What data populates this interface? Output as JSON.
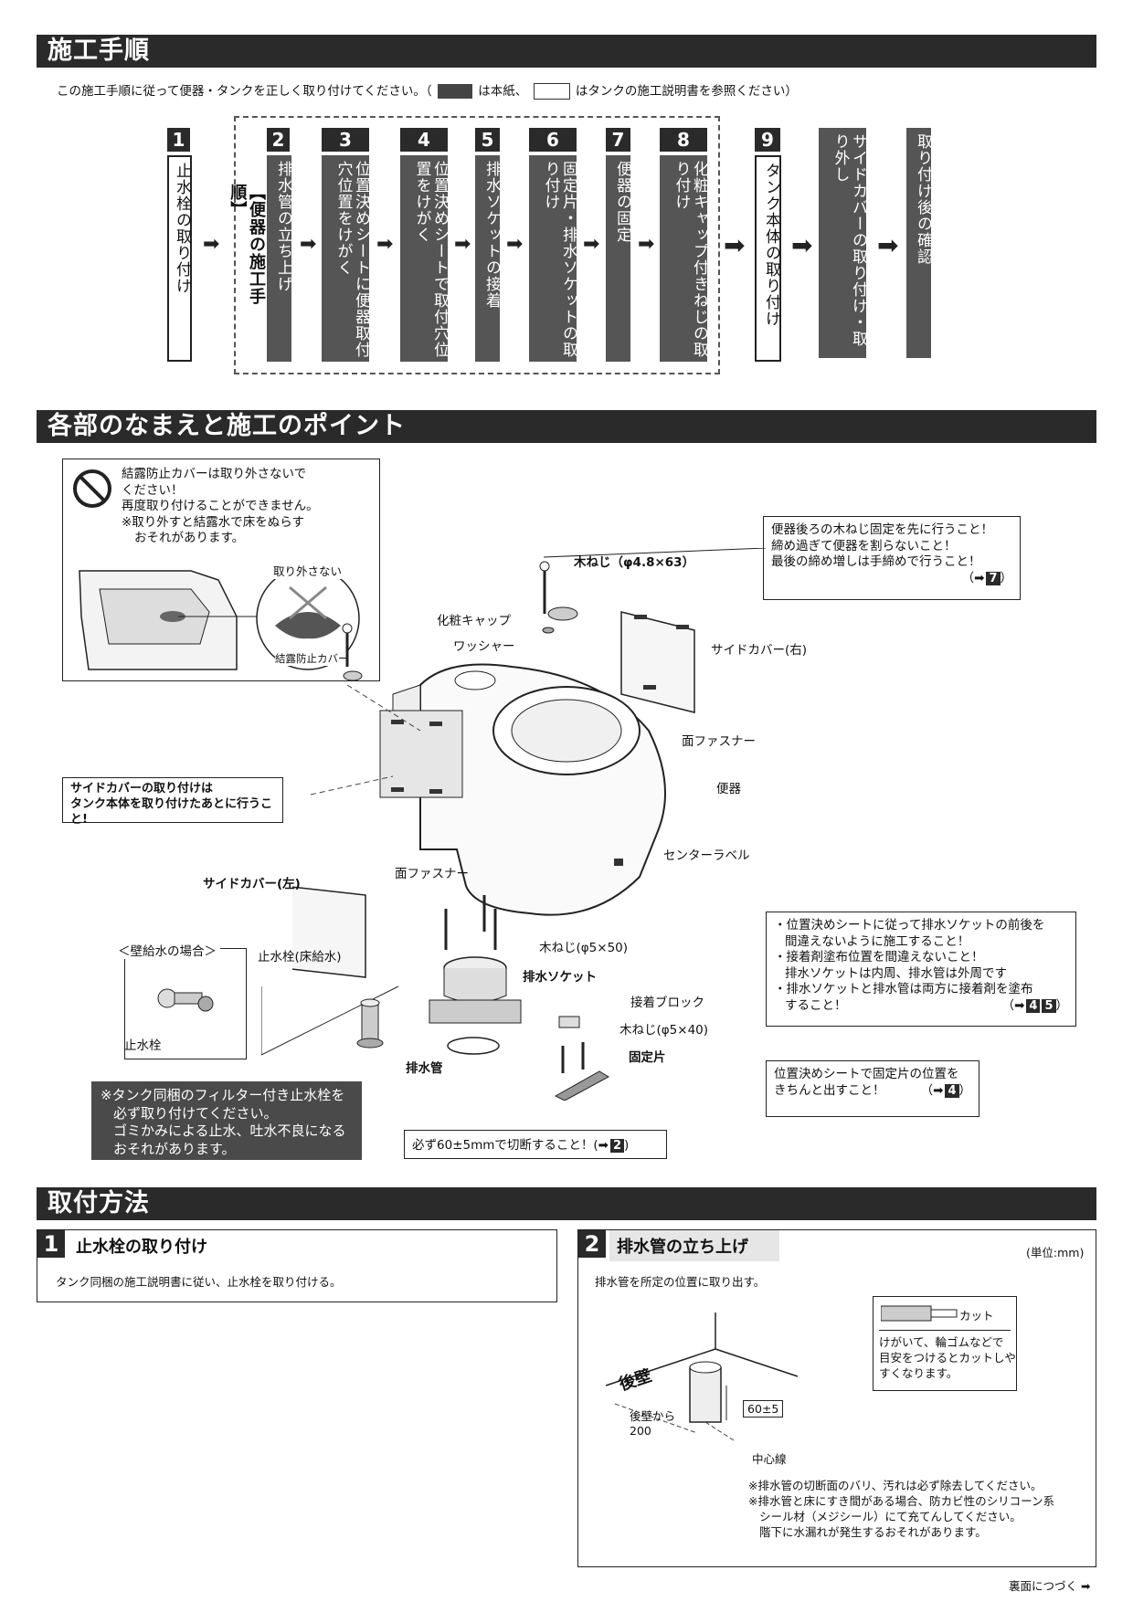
{
  "section1": {
    "title": "施工手順",
    "intro_a": "この施工手順に従って便器・タンクを正しく取り付けてください。（",
    "intro_b": "は本紙、",
    "intro_c": "はタンクの施工説明書を参照ください）",
    "group_label": "【便器の施工手順】",
    "steps": [
      {
        "num": "1",
        "text": "止水栓の取り付け",
        "style": "light"
      },
      {
        "num": "2",
        "text": "排水管の立ち上げ",
        "style": "dark"
      },
      {
        "num": "3",
        "text": "位置決めシートに便器取付穴位置をけがく",
        "style": "dark"
      },
      {
        "num": "4",
        "text": "位置決めシートで取付穴位置をけがく",
        "style": "dark"
      },
      {
        "num": "5",
        "text": "排水ソケットの接着",
        "style": "dark"
      },
      {
        "num": "6",
        "text": "固定片・排水ソケットの取り付け",
        "style": "dark"
      },
      {
        "num": "7",
        "text": "便器の固定",
        "style": "dark"
      },
      {
        "num": "8",
        "text": "化粧キャップ付きねじの取り付け",
        "style": "dark"
      },
      {
        "num": "9",
        "text": "タンク本体の取り付け",
        "style": "light"
      },
      {
        "num": "",
        "text": "サイドカバーの取り付け・取り外し",
        "style": "dark"
      },
      {
        "num": "",
        "text": "取り付け後の確認",
        "style": "dark"
      }
    ]
  },
  "section2": {
    "title": "各部のなまえと施工のポイント",
    "warning": {
      "line1": "結露防止カバーは取り外さないで",
      "line2": "ください！",
      "line3": "再度取り付けることができません。",
      "line4": "※取り外すと結露水で床をぬらす",
      "line5": "おそれがあります。",
      "remove_label": "取り外さない",
      "cover_label": "結露防止カバー"
    },
    "screw_note": {
      "line1": "便器後ろの木ねじ固定を先に行うこと！",
      "line2": "締め過ぎて便器を割らないこと！",
      "line3": "最後の締め増しは手締めで行うこと！",
      "ref": "7"
    },
    "labels": {
      "wood_screw_48": "木ねじ（φ4.8×63）",
      "cosmetic_cap": "化粧キャップ",
      "washer": "ワッシャー",
      "side_cover_right": "サイドカバー(右)",
      "fastener_right": "面ファスナー",
      "toilet": "便器",
      "center_label": "センターラベル",
      "fastener_left": "面ファスナー",
      "side_cover_left": "サイドカバー(左)",
      "wood_screw_50": "木ねじ(φ5×50)",
      "drain_socket": "排水ソケット",
      "adhesive_block": "接着ブロック",
      "wood_screw_40": "木ねじ(φ5×40)",
      "fixing_piece": "固定片",
      "drain_pipe": "排水管",
      "stop_valve_floor": "止水栓(床給水)",
      "wall_supply": "＜壁給水の場合＞",
      "stop_valve": "止水栓"
    },
    "side_cover_note": {
      "line1": "サイドカバーの取り付けは",
      "line2": "タンク本体を取り付けたあとに行うこと!"
    },
    "socket_note": {
      "l1": "・位置決めシートに従って排水ソケットの前後を",
      "l2": "間違えないように施工すること！",
      "l3": "・接着剤塗布位置を間違えないこと！",
      "l4": "排水ソケットは内周、排水管は外周です",
      "l5": "・排水ソケットと排水管は両方に接着剤を塗布",
      "l6": "すること！",
      "ref_a": "4",
      "ref_b": "5"
    },
    "fixing_note": {
      "line1": "位置決めシートで固定片の位置を",
      "line2": "きちんと出すこと！",
      "ref": "4"
    },
    "filter_note": {
      "line1": "※タンク同梱のフィルター付き止水栓を",
      "line2": "必ず取り付けてください。",
      "line3": "ゴミかみによる止水、吐水不良になる",
      "line4": "おそれがあります。"
    },
    "cut_note": {
      "text": "必ず60±5mmで切断すること！(",
      "ref": "2"
    }
  },
  "section3": {
    "title": "取付方法",
    "step1": {
      "num": "1",
      "title": "止水栓の取り付け",
      "body": "タンク同梱の施工説明書に従い、止水栓を取り付ける。"
    },
    "step2": {
      "num": "2",
      "title": "排水管の立ち上げ",
      "unit": "(単位:mm)",
      "body": "排水管を所定の位置に取り出す。",
      "cut_label": "カット",
      "cut_tip_1": "けがいて、輪ゴムなどで",
      "cut_tip_2": "目安をつけるとカットしや",
      "cut_tip_3": "すくなります。",
      "back_wall": "後壁",
      "from_wall_1": "後壁から",
      "from_wall_2": "200",
      "height": "60±5",
      "center_line": "中心線",
      "note1": "※排水管の切断面のバリ、汚れは必ず除去してください。",
      "note2": "※排水管と床にすき間がある場合、防カビ性のシリコーン系",
      "note2b": "シール材（メジシール）にて充てんしてください。",
      "note2c": "階下に水漏れが発生するおそれがあります。"
    },
    "continue": "裏面につづく"
  }
}
